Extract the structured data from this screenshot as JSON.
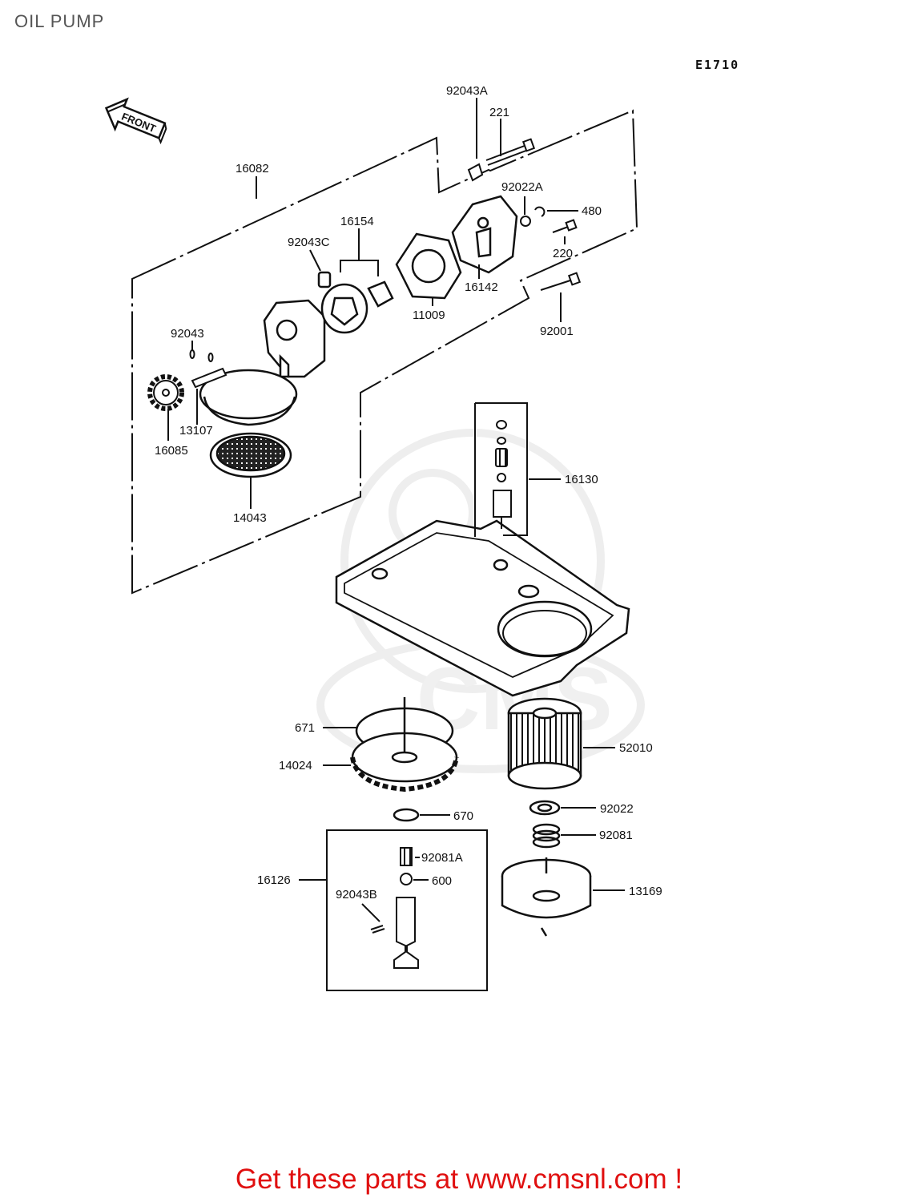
{
  "page": {
    "title": "OIL PUMP",
    "diagram_code": "E1710",
    "front_label": "FRONT",
    "footer_text": "Get these parts at www.cmsnl.com !",
    "watermark_text": "CMS",
    "accent_color": "#e01010"
  },
  "parts": {
    "p92043A": "92043A",
    "p221": "221",
    "p16082": "16082",
    "p92022A": "92022A",
    "p480": "480",
    "p16154": "16154",
    "p92043C": "92043C",
    "p220": "220",
    "p16142": "16142",
    "p11009": "11009",
    "p92001": "92001",
    "p92043": "92043",
    "p13107": "13107",
    "p16085": "16085",
    "p16130": "16130",
    "p14043": "14043",
    "p671": "671",
    "p52010": "52010",
    "p14024": "14024",
    "p92022": "92022",
    "p670": "670",
    "p92081": "92081",
    "p92081A": "92081A",
    "p16126": "16126",
    "p600": "600",
    "p92043B": "92043B",
    "p13169": "13169"
  }
}
